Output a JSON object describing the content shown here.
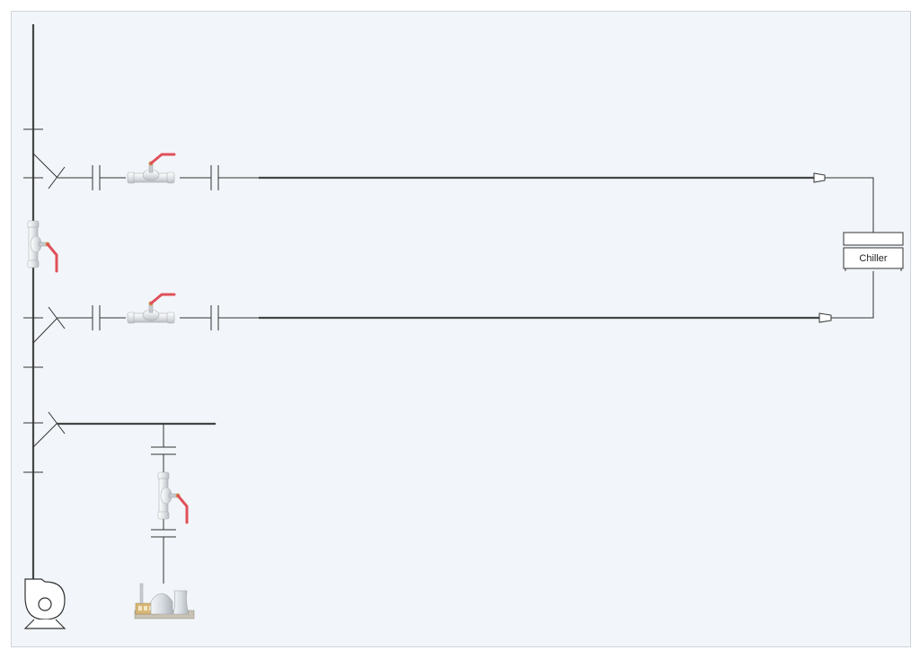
{
  "diagram": {
    "background": "#f2f6fa",
    "frame_color": "#cfd4d9",
    "pipe_color": "#444444",
    "valve_handle_color": "#e0505a",
    "valve_body_color": "#e6e8ea",
    "chiller": {
      "label": "Chiller",
      "icon": "chiller-icon"
    },
    "pump": {
      "icon": "centrifugal-pump-icon"
    },
    "plant": {
      "icon": "factory-plant-icon"
    },
    "valves": [
      {
        "id": "ball-valve-upper",
        "icon": "ball-valve-icon"
      },
      {
        "id": "ball-valve-lower",
        "icon": "ball-valve-icon"
      },
      {
        "id": "ball-valve-vertical-main",
        "icon": "ball-valve-icon"
      },
      {
        "id": "ball-valve-vertical-branch",
        "icon": "ball-valve-icon"
      }
    ]
  }
}
